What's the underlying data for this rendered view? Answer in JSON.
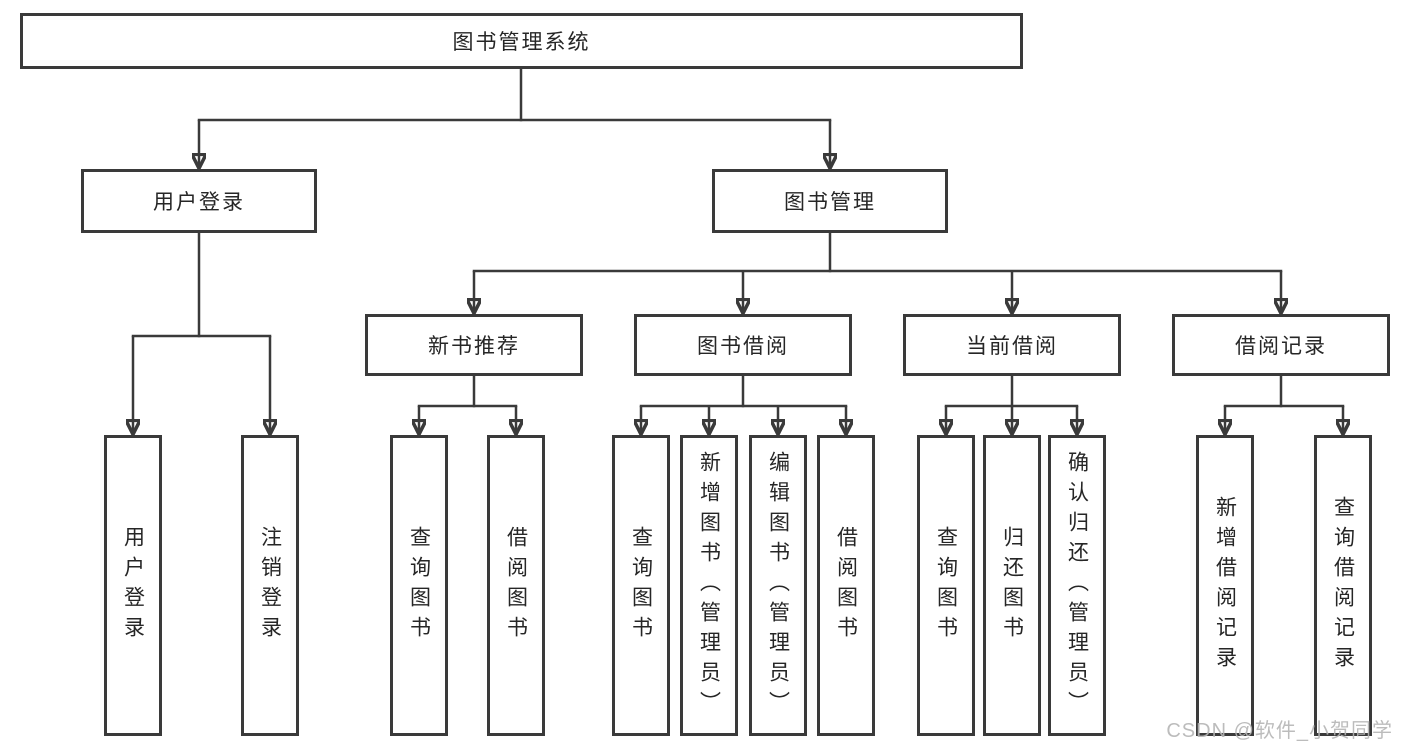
{
  "tree": {
    "root": {
      "label": "图书管理系统"
    },
    "branches": [
      {
        "label": "用户登录",
        "children": [
          {
            "label": "用户登录"
          },
          {
            "label": "注销登录"
          }
        ]
      },
      {
        "label": "图书管理",
        "children": [
          {
            "label": "新书推荐",
            "children": [
              {
                "label": "查询图书"
              },
              {
                "label": "借阅图书"
              }
            ]
          },
          {
            "label": "图书借阅",
            "children": [
              {
                "label": "查询图书"
              },
              {
                "label": "新增图书（管理员）"
              },
              {
                "label": "编辑图书（管理员）"
              },
              {
                "label": "借阅图书"
              }
            ]
          },
          {
            "label": "当前借阅",
            "children": [
              {
                "label": "查询图书"
              },
              {
                "label": "归还图书"
              },
              {
                "label": "确认归还（管理员）"
              }
            ]
          },
          {
            "label": "借阅记录",
            "children": [
              {
                "label": "新增借阅记录"
              },
              {
                "label": "查询借阅记录"
              }
            ]
          }
        ]
      }
    ]
  },
  "watermark": "CSDN @软件_小贺同学",
  "colors": {
    "line": "#3a3a3a",
    "text": "#262626",
    "background": "#ffffff",
    "watermark": "#b5b5b5"
  }
}
